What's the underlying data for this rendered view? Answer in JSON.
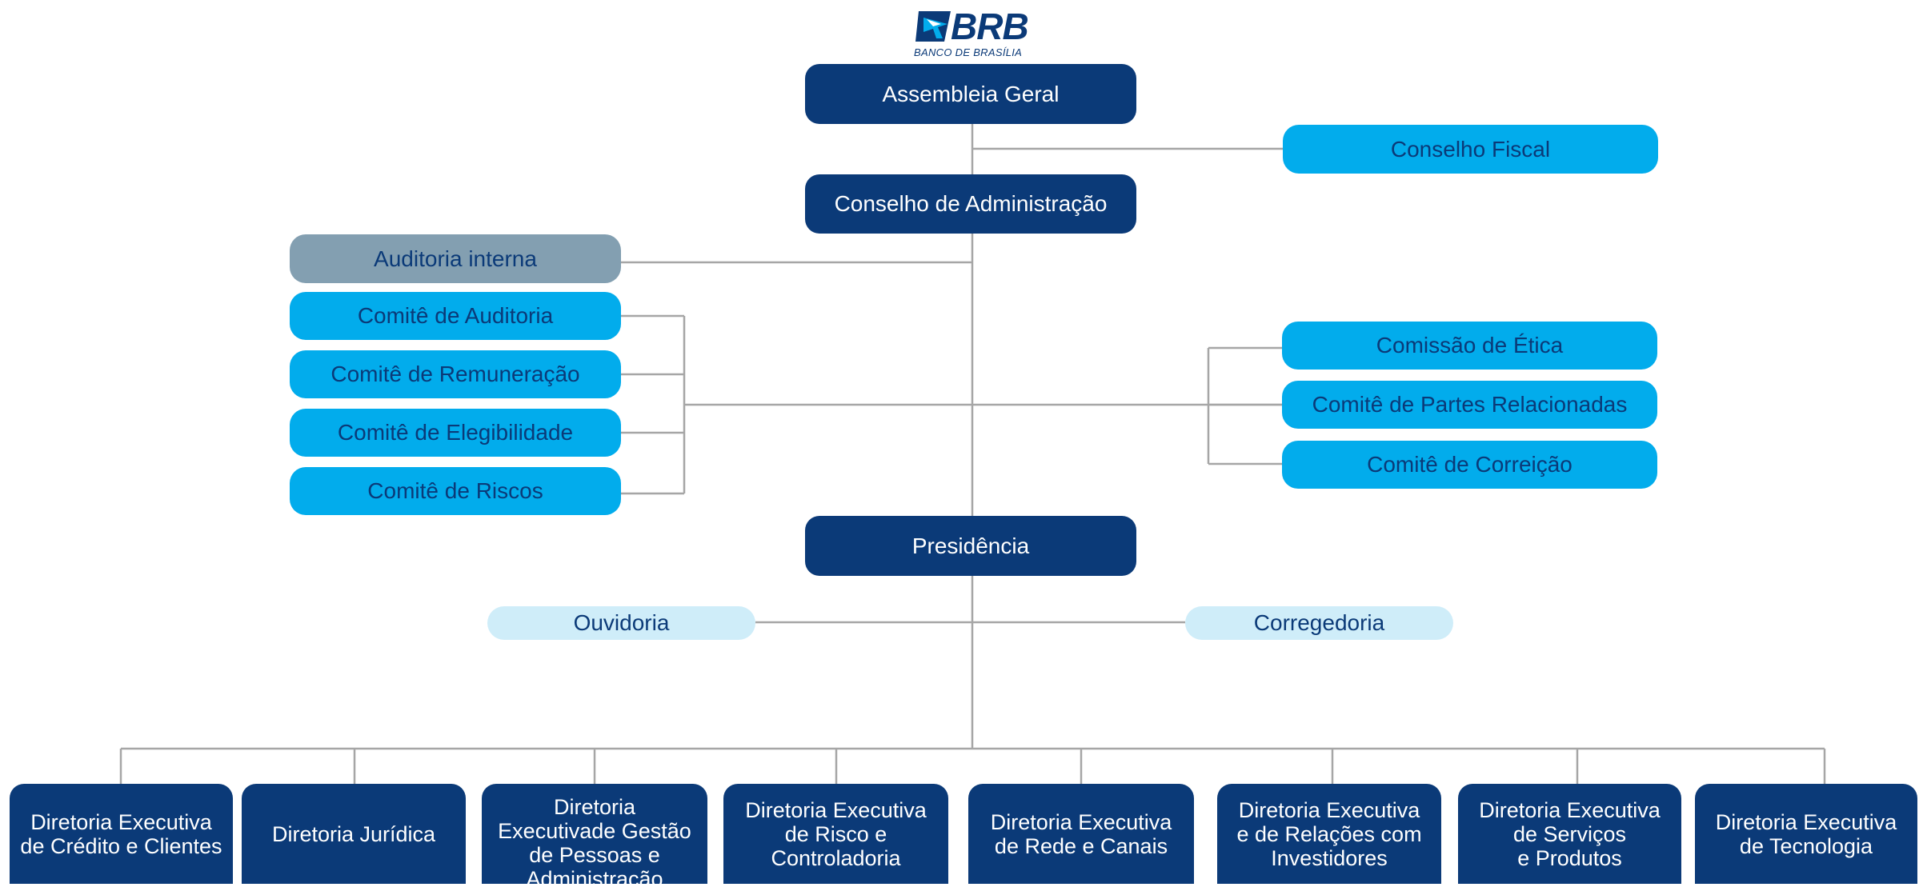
{
  "logo": {
    "wordmark": "BRB",
    "subtitle": "BANCO DE BRASÍLIA"
  },
  "nodes": {
    "assembleia": "Assembleia Geral",
    "conselho_fiscal": "Conselho Fiscal",
    "conselho_admin": "Conselho de Administração",
    "auditoria_interna": "Auditoria interna",
    "comite_auditoria": "Comitê de Auditoria",
    "comite_remuneracao": "Comitê de Remuneração",
    "comite_elegibilidade": "Comitê de Elegibilidade",
    "comite_riscos": "Comitê de Riscos",
    "comissao_etica": "Comissão de Ética",
    "comite_partes": "Comitê de Partes Relacionadas",
    "comite_correicao": "Comitê de Correição",
    "presidencia": "Presidência",
    "ouvidoria": "Ouvidoria",
    "corregedoria": "Corregedoria"
  },
  "directorates": [
    [
      "Diretoria Executiva",
      "de Crédito e Clientes"
    ],
    [
      "Diretoria Jurídica"
    ],
    [
      "Diretoria",
      "Executivade Gestão",
      "de Pessoas e",
      "Administração"
    ],
    [
      "Diretoria Executiva",
      "de Risco e",
      "Controladoria"
    ],
    [
      "Diretoria Executiva",
      "de Rede e Canais"
    ],
    [
      "Diretoria Executiva",
      "e de Relações com",
      "Investidores"
    ],
    [
      "Diretoria Executiva",
      "de Serviços",
      "e Produtos"
    ],
    [
      "Diretoria Executiva",
      "de Tecnologia"
    ]
  ],
  "colors": {
    "navy": "#0b3a78",
    "cyan": "#02acec",
    "grey": "#839fb1",
    "pale": "#cfedf9",
    "line": "#a6a6a6"
  }
}
